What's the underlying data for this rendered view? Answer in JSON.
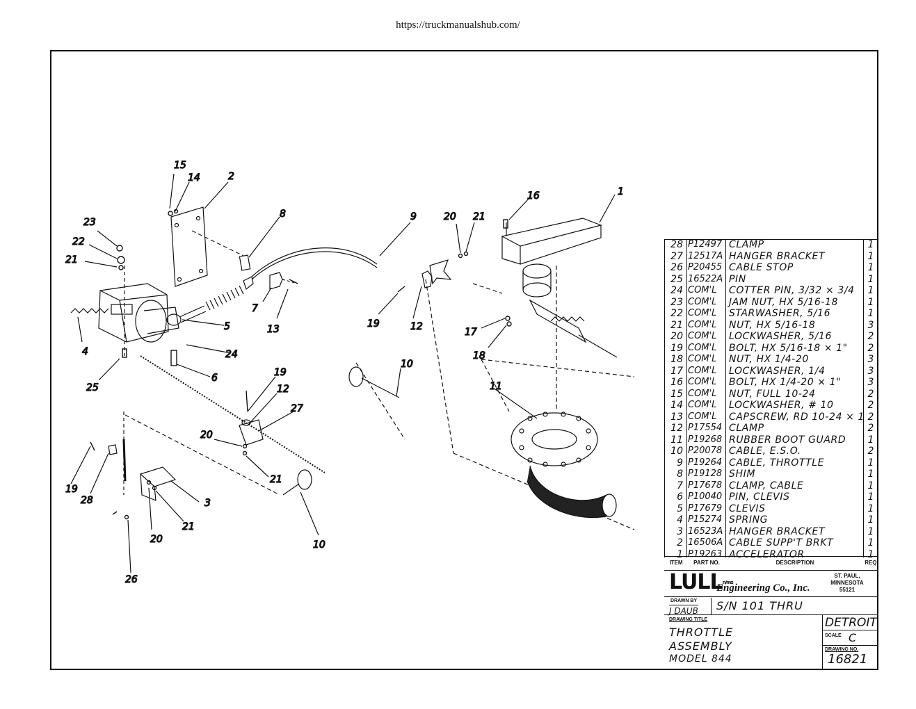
{
  "source_url": "https://truckmanualshub.com/",
  "callouts": [
    {
      "label": "15"
    },
    {
      "label": "14"
    },
    {
      "label": "2"
    },
    {
      "label": "8"
    },
    {
      "label": "9"
    },
    {
      "label": "20"
    },
    {
      "label": "21"
    },
    {
      "label": "16"
    },
    {
      "label": "1"
    },
    {
      "label": "23"
    },
    {
      "label": "22"
    },
    {
      "label": "21"
    },
    {
      "label": "4"
    },
    {
      "label": "7"
    },
    {
      "label": "13"
    },
    {
      "label": "5"
    },
    {
      "label": "19"
    },
    {
      "label": "12"
    },
    {
      "label": "17"
    },
    {
      "label": "18"
    },
    {
      "label": "24"
    },
    {
      "label": "6"
    },
    {
      "label": "25"
    },
    {
      "label": "10"
    },
    {
      "label": "11"
    },
    {
      "label": "19"
    },
    {
      "label": "12"
    },
    {
      "label": "27"
    },
    {
      "label": "20"
    },
    {
      "label": "21"
    },
    {
      "label": "19"
    },
    {
      "label": "28"
    },
    {
      "label": "3"
    },
    {
      "label": "21"
    },
    {
      "label": "20"
    },
    {
      "label": "10"
    },
    {
      "label": "26"
    }
  ],
  "parts_list": {
    "headers": {
      "item": "ITEM",
      "part_no": "PART NO.",
      "description": "DESCRIPTION",
      "req": "REQ."
    },
    "rows": [
      {
        "item": "28",
        "part": "P12497",
        "desc": "CLAMP",
        "req": "1"
      },
      {
        "item": "27",
        "part": "12517A",
        "desc": "HANGER BRACKET",
        "req": "1"
      },
      {
        "item": "26",
        "part": "P20455",
        "desc": "CABLE STOP",
        "req": "1"
      },
      {
        "item": "25",
        "part": "16522A",
        "desc": "PIN",
        "req": "1"
      },
      {
        "item": "24",
        "part": "COM'L",
        "desc": "COTTER PIN, 3/32 × 3/4",
        "req": "1"
      },
      {
        "item": "23",
        "part": "COM'L",
        "desc": "JAM NUT, HX 5/16-18",
        "req": "1"
      },
      {
        "item": "22",
        "part": "COM'L",
        "desc": "STARWASHER, 5/16",
        "req": "1"
      },
      {
        "item": "21",
        "part": "COM'L",
        "desc": "NUT, HX 5/16-18",
        "req": "3"
      },
      {
        "item": "20",
        "part": "COM'L",
        "desc": "LOCKWASHER, 5/16",
        "req": "2"
      },
      {
        "item": "19",
        "part": "COM'L",
        "desc": "BOLT, HX 5/16-18 × 1\"",
        "req": "2"
      },
      {
        "item": "18",
        "part": "COM'L",
        "desc": "NUT, HX 1/4-20",
        "req": "3"
      },
      {
        "item": "17",
        "part": "COM'L",
        "desc": "LOCKWASHER, 1/4",
        "req": "3"
      },
      {
        "item": "16",
        "part": "COM'L",
        "desc": "BOLT, HX 1/4-20 × 1\"",
        "req": "3"
      },
      {
        "item": "15",
        "part": "COM'L",
        "desc": "NUT, FULL 10-24",
        "req": "2"
      },
      {
        "item": "14",
        "part": "COM'L",
        "desc": "LOCKWASHER, # 10",
        "req": "2"
      },
      {
        "item": "13",
        "part": "COM'L",
        "desc": "CAPSCREW, RD 10-24 × 1",
        "req": "2"
      },
      {
        "item": "12",
        "part": "P17554",
        "desc": "CLAMP",
        "req": "2"
      },
      {
        "item": "11",
        "part": "P19268",
        "desc": "RUBBER BOOT GUARD",
        "req": "1"
      },
      {
        "item": "10",
        "part": "P20078",
        "desc": "CABLE, E.S.O.",
        "req": "2"
      },
      {
        "item": "9",
        "part": "P19264",
        "desc": "CABLE, THROTTLE",
        "req": "1"
      },
      {
        "item": "8",
        "part": "P19128",
        "desc": "SHIM",
        "req": "1"
      },
      {
        "item": "7",
        "part": "P17678",
        "desc": "CLAMP, CABLE",
        "req": "1"
      },
      {
        "item": "6",
        "part": "P10040",
        "desc": "PIN, CLEVIS",
        "req": "1"
      },
      {
        "item": "5",
        "part": "P17679",
        "desc": "CLEVIS",
        "req": "1"
      },
      {
        "item": "4",
        "part": "P15274",
        "desc": "SPRING",
        "req": "1"
      },
      {
        "item": "3",
        "part": "16523A",
        "desc": "HANGER BRACKET",
        "req": "1"
      },
      {
        "item": "2",
        "part": "16506A",
        "desc": "CABLE SUPP'T BRKT",
        "req": "1"
      },
      {
        "item": "1",
        "part": "P19263",
        "desc": "ACCELERATOR",
        "req": "1"
      }
    ]
  },
  "title_block": {
    "company_logo": "LULL",
    "company_logo_suffix": "n/ms",
    "company_name": "Engineering Co., Inc.",
    "address_city": "ST. PAUL,",
    "address_state": "MINNESOTA",
    "address_zip": "55121",
    "drawn_by_label": "DRAWN BY",
    "drawn_by": "J DAUB",
    "serial": "S/N 101   THRU",
    "drawing_title_label": "DRAWING TITLE",
    "title_line1": "THROTTLE",
    "title_line2": "ASSEMBLY",
    "title_line3": "MODEL 844",
    "engine": "DETROIT",
    "scale_label": "SCALE",
    "scale": "C",
    "drawing_no_label": "DRAWING NO.",
    "drawing_no": "16821"
  }
}
